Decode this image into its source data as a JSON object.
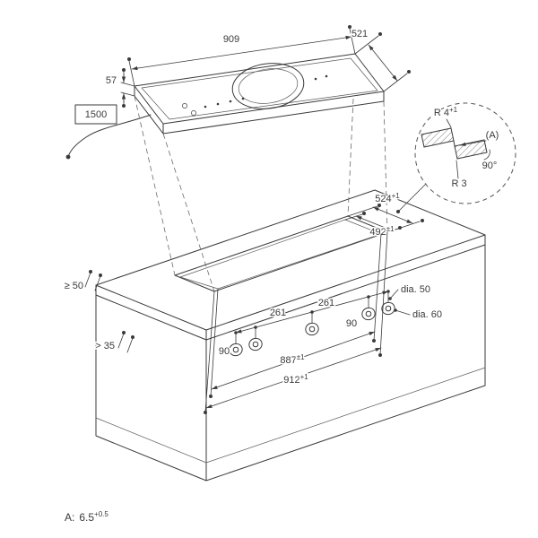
{
  "page": {
    "background": "#ffffff",
    "line_color": "#3a3a3a"
  },
  "cooktop": {
    "width": "909",
    "depth": "521",
    "height": "57",
    "cable_length": "1500"
  },
  "detail_view": {
    "radius_top": "R 4",
    "radius_top_sup": "+1",
    "reference": "(A)",
    "angle": "90°",
    "radius_bottom": "R 3"
  },
  "cutout": {
    "depth_outer": "524",
    "depth_outer_sup": "+1",
    "depth_inner": "492",
    "depth_inner_sup": "±1",
    "side_clearance": "≥ 50",
    "front_clearance": "> 35",
    "width_inner": "887",
    "width_inner_sup": "±1",
    "width_outer": "912",
    "width_outer_sup": "+1"
  },
  "knobs": {
    "spacing_1": "90",
    "spacing_2": "261",
    "spacing_3": "261",
    "spacing_4": "90",
    "hole_small": "dia. 50",
    "hole_large": "dia. 60"
  },
  "footnote": {
    "label": "A:",
    "value": "6.5",
    "sup": "+0.5"
  }
}
